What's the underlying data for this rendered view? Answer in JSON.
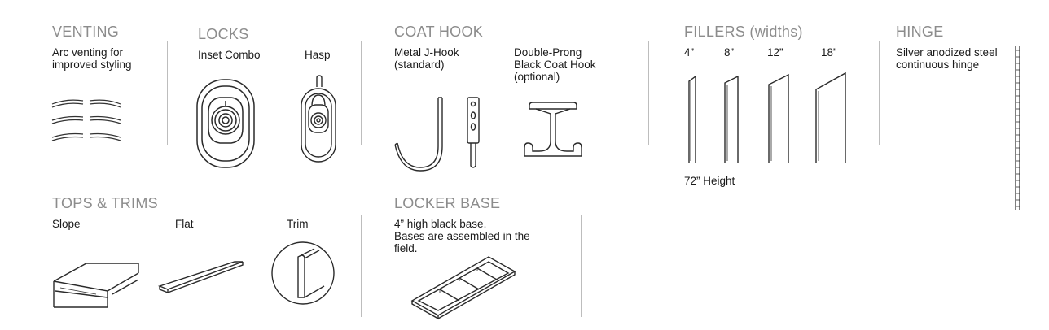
{
  "venting": {
    "title": "VENTING",
    "desc": "Arc venting for\nimproved styling"
  },
  "locks": {
    "title": "LOCKS",
    "inset_label": "Inset Combo",
    "hasp_label": "Hasp"
  },
  "coat_hook": {
    "title": "COAT HOOK",
    "jhook_label": "Metal J-Hook\n(standard)",
    "double_label": "Double-Prong\nBlack Coat Hook\n(optional)"
  },
  "fillers": {
    "title": "FILLERS (widths)",
    "widths": [
      "4”",
      "8”",
      "12”",
      "18”"
    ],
    "height_label": "72” Height"
  },
  "hinge": {
    "title": "HINGE",
    "desc": "Silver anodized steel\ncontinuous hinge"
  },
  "tops_trims": {
    "title": "TOPS & TRIMS",
    "slope_label": "Slope",
    "flat_label": "Flat",
    "trim_label": "Trim"
  },
  "locker_base": {
    "title": "LOCKER BASE",
    "desc": "4” high black base.\nBases are assembled in the\nfield."
  }
}
